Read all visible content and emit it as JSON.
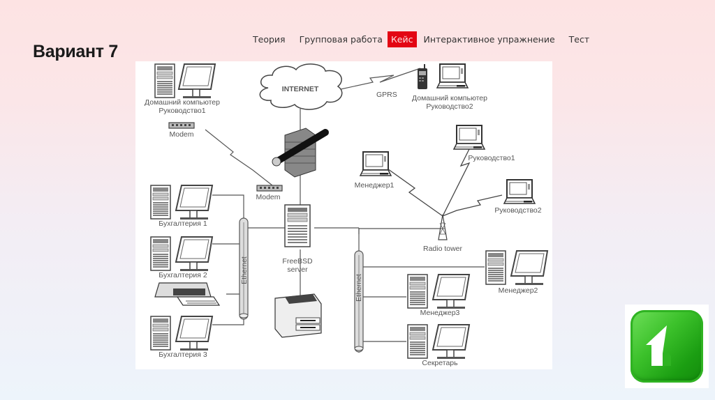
{
  "page": {
    "title": "Вариант 7"
  },
  "nav": {
    "items": [
      {
        "label": "Теория",
        "active": false
      },
      {
        "label": "Групповая работа",
        "active": false
      },
      {
        "label": "Кейс",
        "active": true
      },
      {
        "label": "Интерактивное упражнение",
        "active": false
      },
      {
        "label": "Тест",
        "active": false
      }
    ],
    "active_color": "#e30613"
  },
  "diagram": {
    "internet": "INTERNET",
    "gprs": "GPRS",
    "home_pc1_line1": "Домашний компьютер",
    "home_pc1_line2": "Руководство1",
    "home_pc2_line1": "Домашний компьютер",
    "home_pc2_line2": "Руководство2",
    "modem_top": "Modem",
    "modem_mid": "Modem",
    "server_line1": "FreeBSD",
    "server_line2": "server",
    "buh1": "Бухгалтерия 1",
    "buh2": "Бухгалтерия 2",
    "buh3": "Бухгалтерия 3",
    "ethernet_left": "Ethernet",
    "ethernet_right": "Ethernet",
    "manager1": "Менеджер1",
    "manager2": "Менеджер2",
    "manager3": "Менеджер3",
    "rukov1": "Руководство1",
    "rukov2": "Руководство2",
    "radio_tower": "Radio tower",
    "secretary": "Секретарь"
  },
  "home_button": {
    "icon": "home-icon",
    "color": "#3cc12b"
  }
}
